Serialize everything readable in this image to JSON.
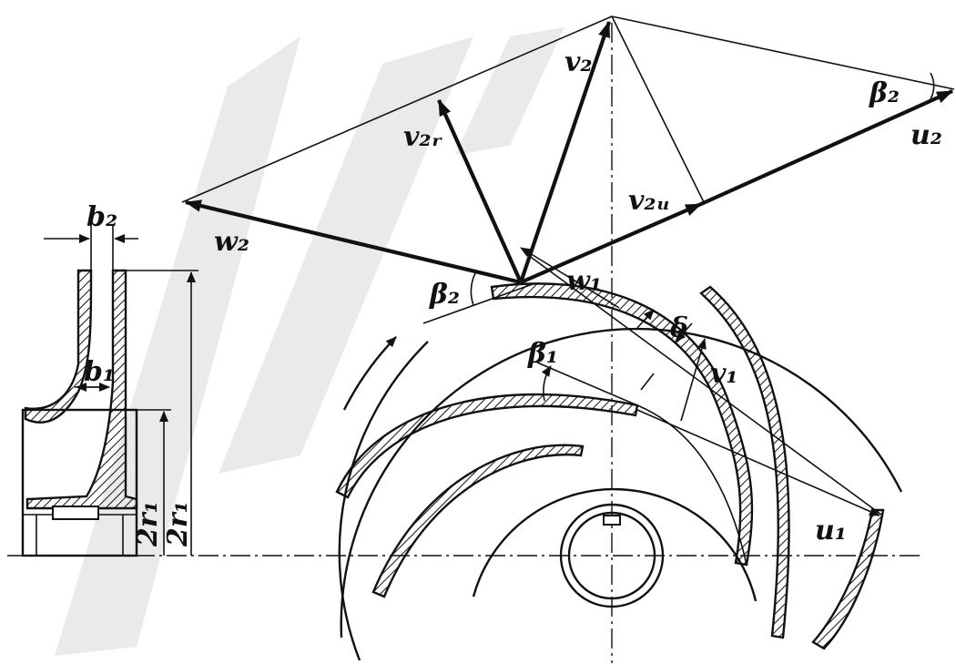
{
  "labels": {
    "b2": "b₂",
    "b1": "b₁",
    "two_r1_inner": "2r₁",
    "two_r1_outer": "2r₁",
    "v2": "v₂",
    "v2r": "v₂ᵣ",
    "v2u": "v₂ᵤ",
    "w2": "w₂",
    "u2": "u₂",
    "beta2_top": "β₂",
    "beta2_left": "β₂",
    "w1": "w₁",
    "delta": "δ",
    "v1": "v₁",
    "beta1": "β₁",
    "u1": "u₁"
  },
  "colors": {
    "ink": "#111111",
    "background": "#ffffff",
    "watermark": "#d9d9d9"
  }
}
